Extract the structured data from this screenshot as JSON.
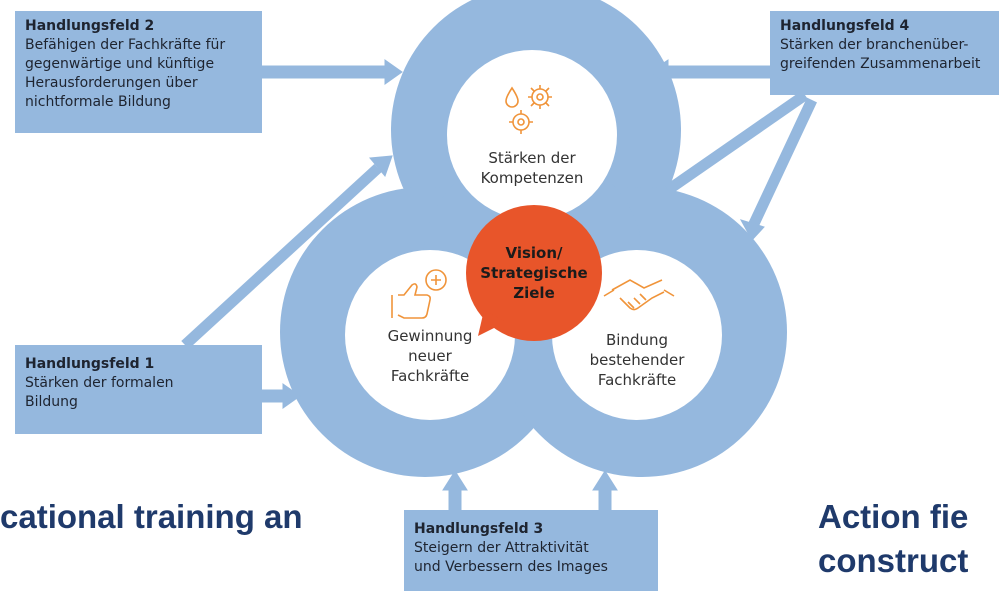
{
  "action_fields": {
    "field2": {
      "title": "Handlungsfeld 2",
      "lines": [
        "Befähigen der Fachkräfte für",
        "gegenwärtige und künftige",
        "Herausforderungen über",
        "nichtformale Bildung"
      ]
    },
    "field4": {
      "title": "Handlungsfeld 4",
      "lines": [
        "Stärken der branchenüber-",
        "greifenden Zusammenarbeit"
      ]
    },
    "field1": {
      "title": "Handlungsfeld 1",
      "lines": [
        "Stärken der formalen",
        "Bildung"
      ]
    },
    "field3": {
      "title": "Handlungsfeld 3",
      "lines": [
        "Steigern der Attraktivität",
        "und Verbessern des Images"
      ]
    }
  },
  "circles": {
    "top": {
      "lines": [
        "Stärken der",
        "Kompetenzen"
      ],
      "icon": "gears-drop-icon"
    },
    "left": {
      "lines": [
        "Gewinnung",
        "neuer",
        "Fachkräfte"
      ],
      "icon": "thumbs-up-plus-icon"
    },
    "right": {
      "lines": [
        "Bindung",
        "bestehender",
        "Fachkräfte"
      ],
      "icon": "handshake-icon"
    }
  },
  "vision": {
    "lines": [
      "Vision/",
      "Strategische",
      "Ziele"
    ]
  },
  "background_text": {
    "left": "cational training an",
    "right_line1": "Action fie",
    "right_line2": "construct"
  },
  "colors": {
    "ring": "#95b8de",
    "vision": "#e8552a",
    "icon": "#f0943a",
    "box": "#95b8de"
  }
}
